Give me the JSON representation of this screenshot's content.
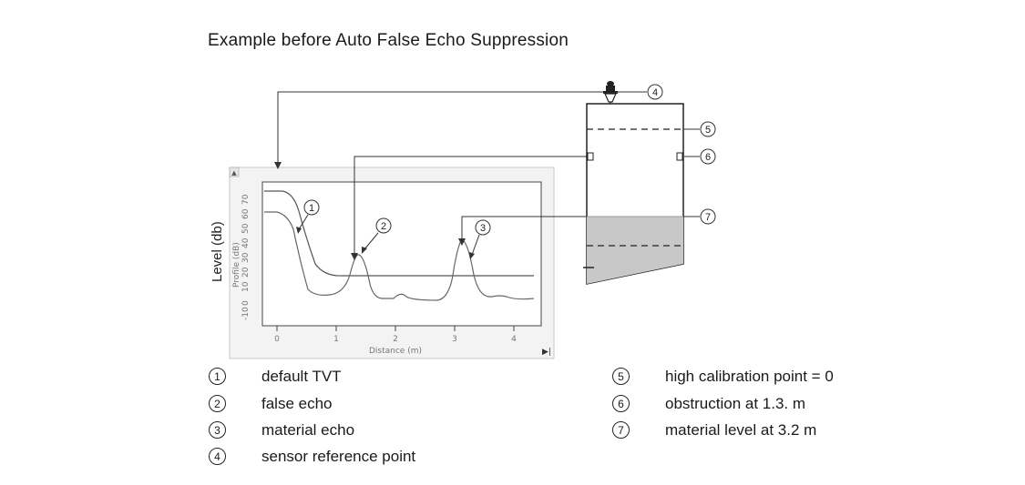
{
  "title": "Example before Auto False Echo Suppression",
  "diagram": {
    "y_axis_label": "Level (db)",
    "inner_y_label": "Profile (dB)",
    "x_axis_label": "Distance (m)",
    "y_ticks": [
      "-10",
      "0",
      "10",
      "20",
      "30",
      "40",
      "50",
      "60",
      "70"
    ],
    "x_ticks": [
      "0",
      "1",
      "2",
      "3",
      "4"
    ],
    "callouts": [
      "1",
      "2",
      "3",
      "4",
      "5",
      "6",
      "7"
    ]
  },
  "legend_left": [
    {
      "num": "1",
      "text": "default TVT"
    },
    {
      "num": "2",
      "text": "false echo"
    },
    {
      "num": "3",
      "text": "material echo"
    },
    {
      "num": "4",
      "text": "sensor reference point"
    }
  ],
  "legend_right": [
    {
      "num": "5",
      "text": "high calibration point = 0"
    },
    {
      "num": "6",
      "text": "obstruction at 1.3. m"
    },
    {
      "num": "7",
      "text": "material level at 3.2 m"
    }
  ]
}
